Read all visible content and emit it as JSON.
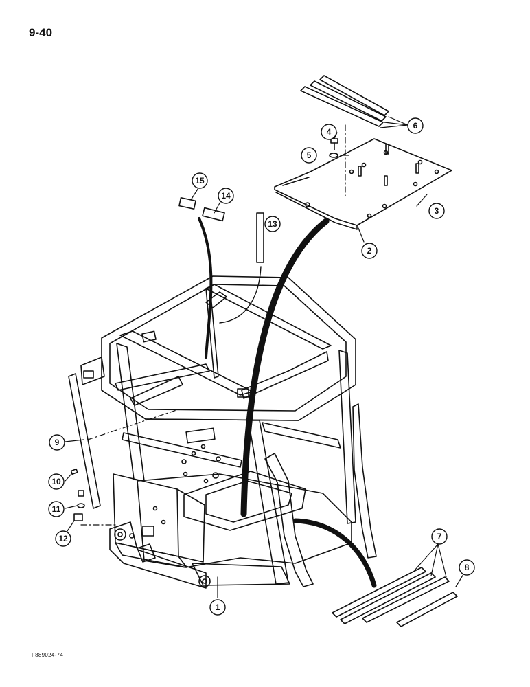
{
  "page": {
    "number": "9-40",
    "figure_id": "F889024-74"
  },
  "callouts": [
    {
      "label": "1"
    },
    {
      "label": "2"
    },
    {
      "label": "3"
    },
    {
      "label": "4"
    },
    {
      "label": "5"
    },
    {
      "label": "6"
    },
    {
      "label": "7"
    },
    {
      "label": "8"
    },
    {
      "label": "9"
    },
    {
      "label": "10"
    },
    {
      "label": "11"
    },
    {
      "label": "12"
    },
    {
      "label": "13"
    },
    {
      "label": "14"
    },
    {
      "label": "15"
    }
  ]
}
